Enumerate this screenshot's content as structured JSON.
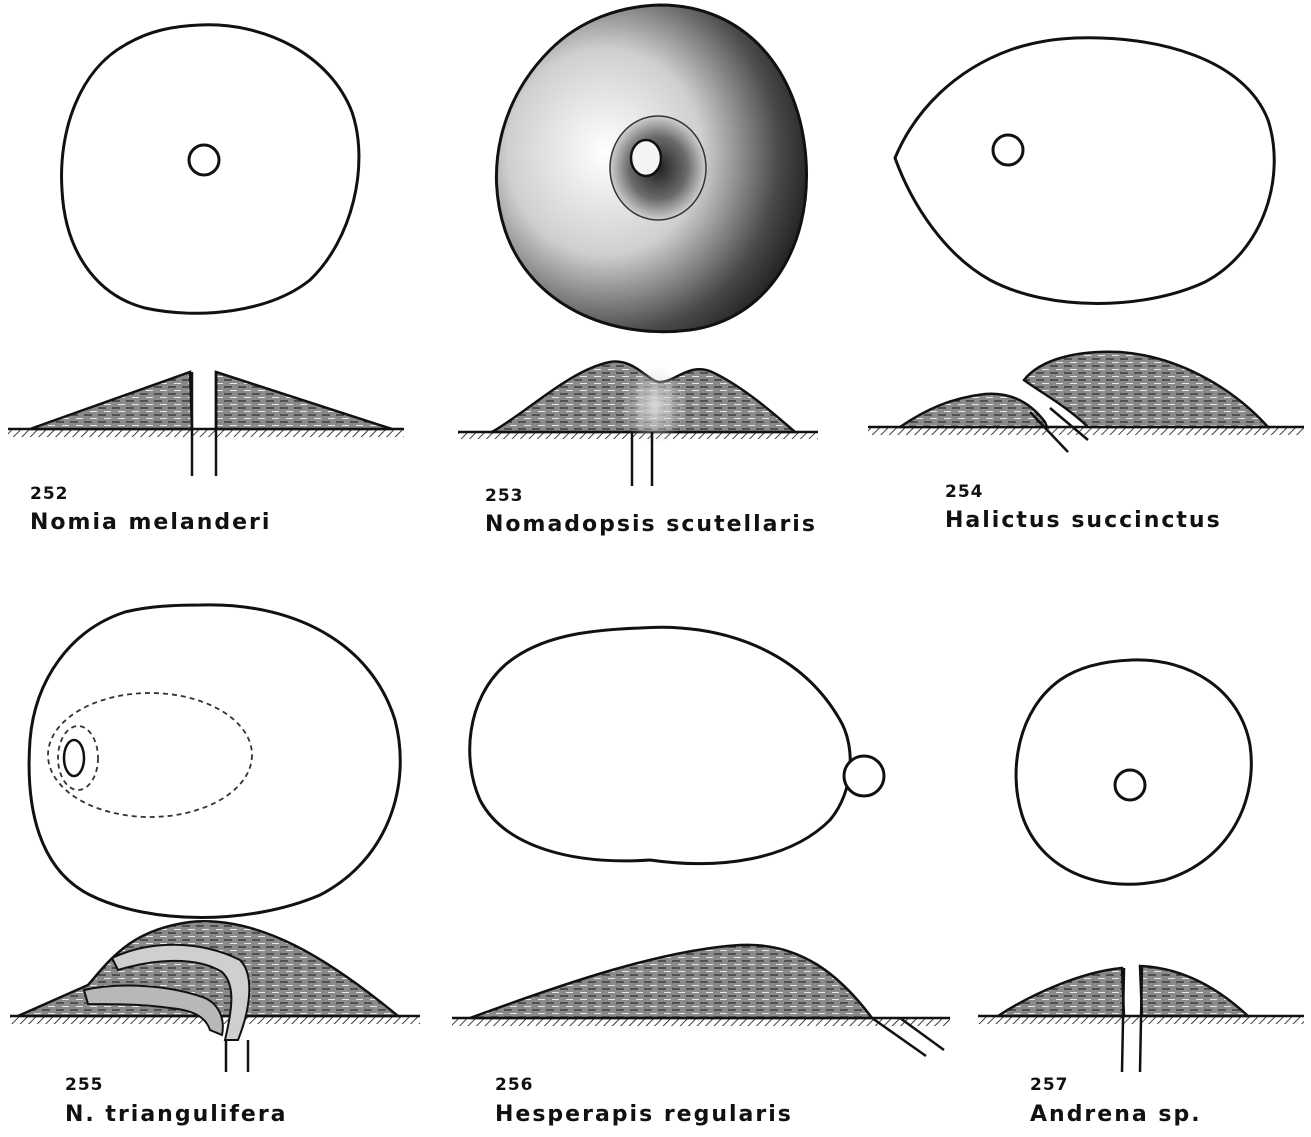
{
  "figures": [
    {
      "id": "252",
      "name": "Nomia melanderi"
    },
    {
      "id": "253",
      "name": "Nomadopsis scutellaris"
    },
    {
      "id": "254",
      "name": "Halictus succinctus"
    },
    {
      "id": "255",
      "name": "N. triangulifera"
    },
    {
      "id": "256",
      "name": "Hesperapis regularis"
    },
    {
      "id": "257",
      "name": "Andrena sp."
    }
  ]
}
